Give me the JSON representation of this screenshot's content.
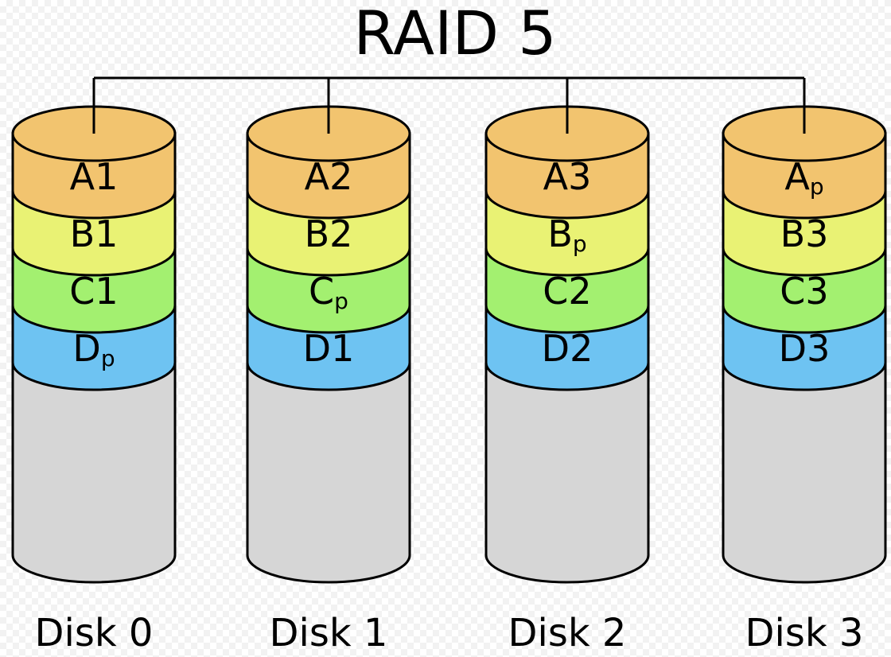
{
  "title": "RAID 5",
  "colors": {
    "A": "#f2c46f",
    "B": "#e9f274",
    "C": "#a3f070",
    "D": "#6ec3f2",
    "empty": "#d6d6d6"
  },
  "disks": [
    {
      "label": "Disk 0",
      "blocks": [
        {
          "stripe": "A",
          "main": "A",
          "sub": "1"
        },
        {
          "stripe": "B",
          "main": "B",
          "sub": "1"
        },
        {
          "stripe": "C",
          "main": "C",
          "sub": "1"
        },
        {
          "stripe": "D",
          "main": "D",
          "sub": "p"
        }
      ]
    },
    {
      "label": "Disk 1",
      "blocks": [
        {
          "stripe": "A",
          "main": "A",
          "sub": "2"
        },
        {
          "stripe": "B",
          "main": "B",
          "sub": "2"
        },
        {
          "stripe": "C",
          "main": "C",
          "sub": "p"
        },
        {
          "stripe": "D",
          "main": "D",
          "sub": "1"
        }
      ]
    },
    {
      "label": "Disk 2",
      "blocks": [
        {
          "stripe": "A",
          "main": "A",
          "sub": "3"
        },
        {
          "stripe": "B",
          "main": "B",
          "sub": "p"
        },
        {
          "stripe": "C",
          "main": "C",
          "sub": "2"
        },
        {
          "stripe": "D",
          "main": "D",
          "sub": "2"
        }
      ]
    },
    {
      "label": "Disk 3",
      "blocks": [
        {
          "stripe": "A",
          "main": "A",
          "sub": "p"
        },
        {
          "stripe": "B",
          "main": "B",
          "sub": "3"
        },
        {
          "stripe": "C",
          "main": "C",
          "sub": "3"
        },
        {
          "stripe": "D",
          "main": "D",
          "sub": "3"
        }
      ]
    }
  ]
}
